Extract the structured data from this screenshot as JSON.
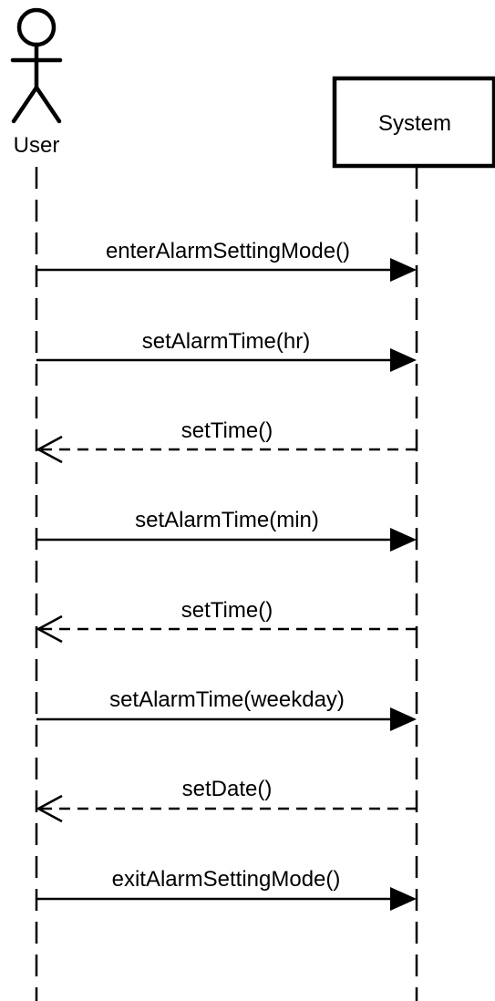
{
  "diagram": {
    "type": "sequence",
    "participants": {
      "user": {
        "label": "User"
      },
      "system": {
        "label": "System"
      }
    },
    "messages": [
      {
        "from": "user",
        "to": "system",
        "label": "enterAlarmSettingMode()",
        "kind": "sync"
      },
      {
        "from": "user",
        "to": "system",
        "label": "setAlarmTime(hr)",
        "kind": "sync"
      },
      {
        "from": "system",
        "to": "user",
        "label": "setTime()",
        "kind": "return"
      },
      {
        "from": "user",
        "to": "system",
        "label": "setAlarmTime(min)",
        "kind": "sync"
      },
      {
        "from": "system",
        "to": "user",
        "label": "setTime()",
        "kind": "return"
      },
      {
        "from": "user",
        "to": "system",
        "label": "setAlarmTime(weekday)",
        "kind": "sync"
      },
      {
        "from": "system",
        "to": "user",
        "label": "setDate()",
        "kind": "return"
      },
      {
        "from": "user",
        "to": "system",
        "label": "exitAlarmSettingMode()",
        "kind": "sync"
      }
    ],
    "colors": {
      "line": "#000000",
      "background": "#ffffff"
    }
  }
}
